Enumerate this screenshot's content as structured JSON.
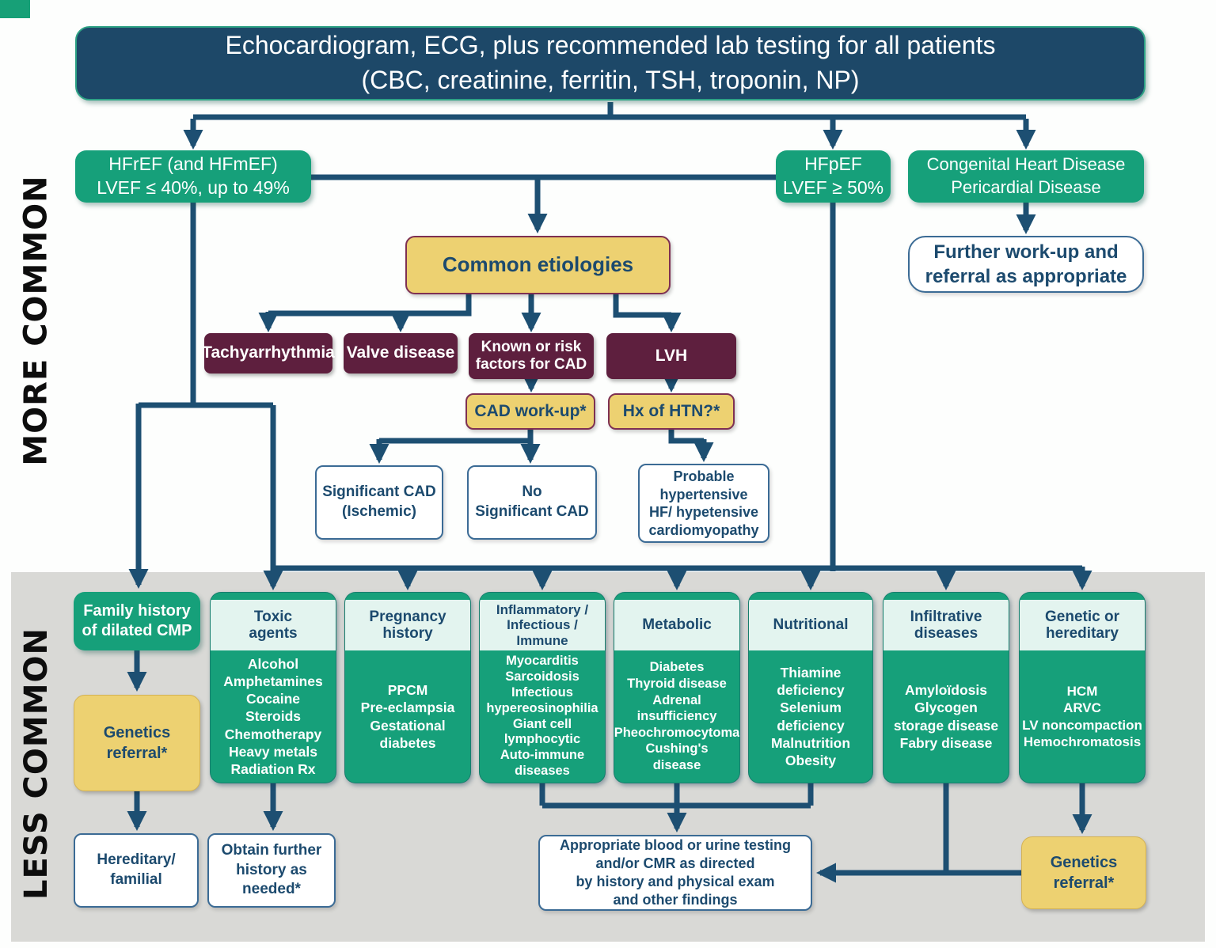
{
  "side_labels": {
    "more_common": "MORE COMMON",
    "less_common": "LESS COMMON"
  },
  "header": {
    "text": "Echocardiogram, ECG, plus recommended lab testing for all patients\n(CBC, creatinine, ferritin, TSH, troponin, NP)"
  },
  "triage": {
    "hfref": "HFrEF (and HFmEF)\nLVEF ≤ 40%, up to 49%",
    "hfpef": "HFpEF\nLVEF ≥ 50%",
    "congenital": "Congenital Heart Disease\nPericardial Disease",
    "further_workup": "Further work-up and\nreferral as appropriate"
  },
  "etiology": {
    "title": "Common etiologies",
    "tachyarrhythmia": "Tachyarrhythmia",
    "valve": "Valve disease",
    "cad_risk": "Known or risk\nfactors for CAD",
    "lvh": "LVH",
    "cad_workup": "CAD work-up*",
    "hx_htn": "Hx of HTN?*",
    "significant_cad": "Significant CAD\n(Ischemic)",
    "no_significant_cad": "No\nSignificant CAD",
    "probable_htn": "Probable\nhypertensive\nHF/ hypetensive\ncardiomyopathy"
  },
  "less_common": {
    "family_history": "Family history\nof dilated CMP",
    "genetics_referral_left": "Genetics\nreferral*",
    "hereditary": "Hereditary/\nfamilial",
    "obtain_history": "Obtain further\nhistory as needed*",
    "columns": [
      {
        "header": "Toxic\nagents",
        "items": [
          "Alcohol",
          "Amphetamines",
          "Cocaine",
          "Steroids",
          "Chemotherapy",
          "Heavy metals",
          "Radiation Rx"
        ]
      },
      {
        "header": "Pregnancy\nhistory",
        "items": [
          "PPCM",
          "Pre-eclampsia",
          "Gestational\ndiabetes"
        ]
      },
      {
        "header": "Inflammatory /\nInfectious /\nImmune",
        "items": [
          "Myocarditis",
          "Sarcoidosis",
          "Infectious\nhypereosinophilia",
          "Giant cell\nlymphocytic",
          "Auto-immune\ndiseases"
        ]
      },
      {
        "header": "Metabolic",
        "items": [
          "Diabetes",
          "Thyroid disease",
          "Adrenal\ninsufficiency",
          "Pheochromocytoma",
          "Cushing's\ndisease"
        ]
      },
      {
        "header": "Nutritional",
        "items": [
          "Thiamine\ndeficiency",
          "Selenium\ndeficiency",
          "Malnutrition",
          "Obesity"
        ]
      },
      {
        "header": "Infiltrative\ndiseases",
        "items": [
          "Amyloïdosis",
          "Glycogen\nstorage disease",
          "Fabry disease"
        ]
      },
      {
        "header": "Genetic or\nhereditary",
        "items": [
          "HCM",
          "ARVC",
          "LV noncompaction",
          "Hemochromatosis"
        ]
      }
    ],
    "testing_box": "Appropriate blood or urine testing\nand/or CMR as directed\nby history and physical exam\nand other findings",
    "genetics_referral_right": "Genetics\nreferral*"
  },
  "colors": {
    "navy_box": "#1d4868",
    "green_box": "#16a07a",
    "mint_header": "#e3f4ef",
    "maroon_box": "#5e1f3e",
    "yellow_box": "#edd171",
    "connector": "#1d4f72",
    "gray_zone": "#d9d9d6",
    "navy_text": "#1c4a6e"
  }
}
